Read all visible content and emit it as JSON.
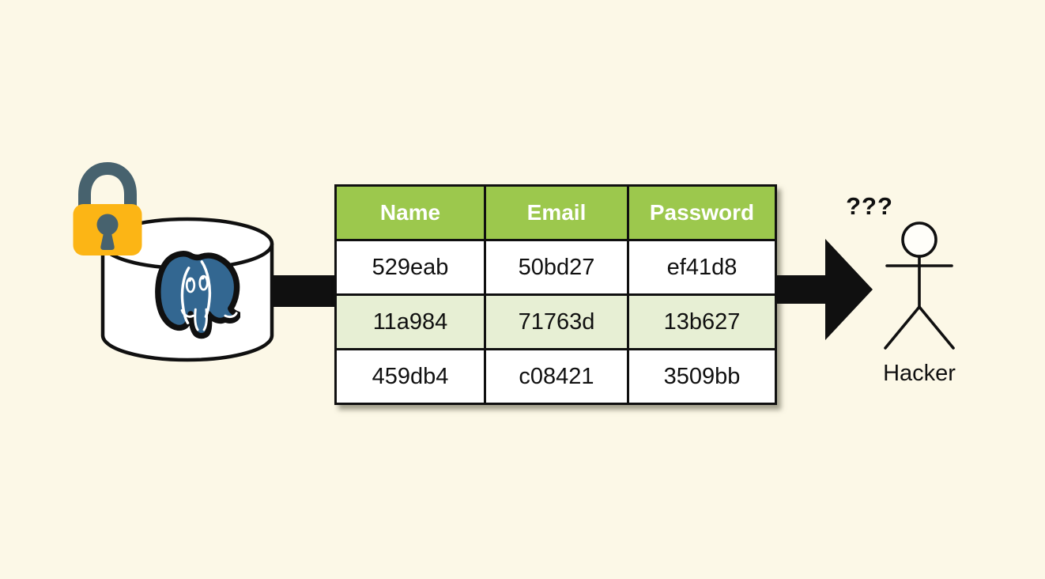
{
  "table": {
    "columns": [
      "Name",
      "Email",
      "Password"
    ],
    "rows": [
      [
        "529eab",
        "50bd27",
        "ef41d8"
      ],
      [
        "11a984",
        "71763d",
        "13b627"
      ],
      [
        "459db4",
        "c08421",
        "3509bb"
      ]
    ]
  },
  "hacker": {
    "question_marks": "???",
    "label": "Hacker"
  },
  "icons": {
    "database": "postgresql-database-cylinder-icon",
    "logo": "postgresql-elephant-icon",
    "lock": "padlock-locked-icon",
    "arrow_left": "flow-arrow-left",
    "arrow_right": "flow-arrow-right",
    "figure": "hacker-stick-figure-icon"
  },
  "colors": {
    "background": "#fcf8e7",
    "table_header_green": "#9cc84d",
    "table_alt_row_green": "#e7efd4",
    "postgres_blue": "#336791",
    "lock_body_yellow": "#fcb515",
    "lock_shackle_slate": "#47626e",
    "ink": "#101010"
  }
}
